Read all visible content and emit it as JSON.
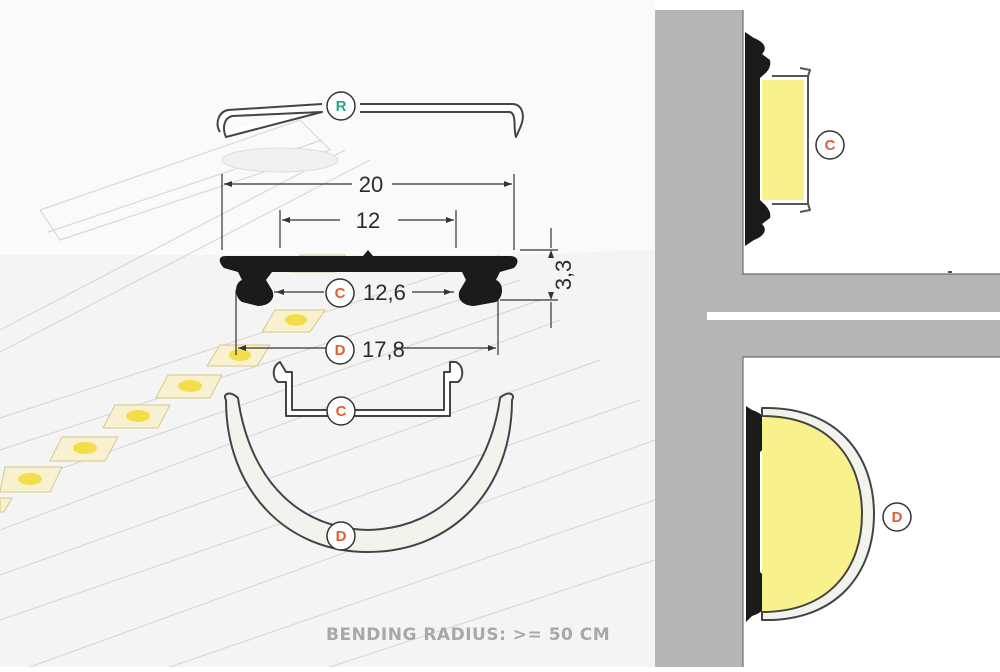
{
  "diagram": {
    "dimensions": {
      "total_width": "20",
      "inner_width": "12",
      "height": "3,3",
      "cover_c_width": "12,6",
      "cover_d_width": "17,8"
    },
    "badges": {
      "r": "R",
      "c_dim": "C",
      "d_dim": "D",
      "c_cover": "C",
      "d_cover": "D",
      "c_side": "C",
      "d_side": "D"
    },
    "note": "BENDING RADIUS: >= 50 CM",
    "colors": {
      "badge_r": "#2aa48a",
      "badge_c": "#e35d32",
      "badge_d": "#e35d32",
      "profile": "#1b1b1b",
      "wall": "#b5b5b5",
      "led_light": "#f8f18c",
      "background": "#ffffff"
    }
  }
}
